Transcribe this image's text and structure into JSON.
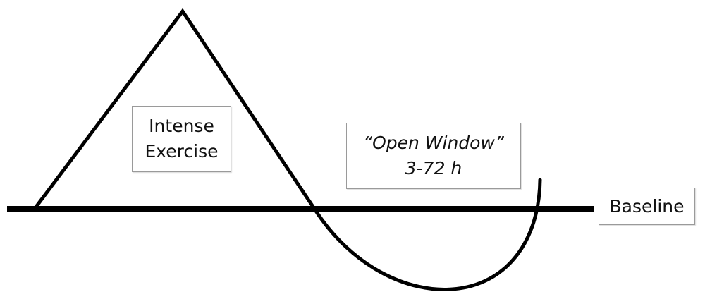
{
  "labels": {
    "intense_exercise": [
      "Intense",
      "Exercise"
    ],
    "open_window": [
      "“Open Window”",
      "3-72 h"
    ],
    "baseline": "Baseline"
  },
  "colors": {
    "line": "#000000",
    "box_border": "#9a9a9a",
    "text": "#111111",
    "background": "#ffffff"
  }
}
